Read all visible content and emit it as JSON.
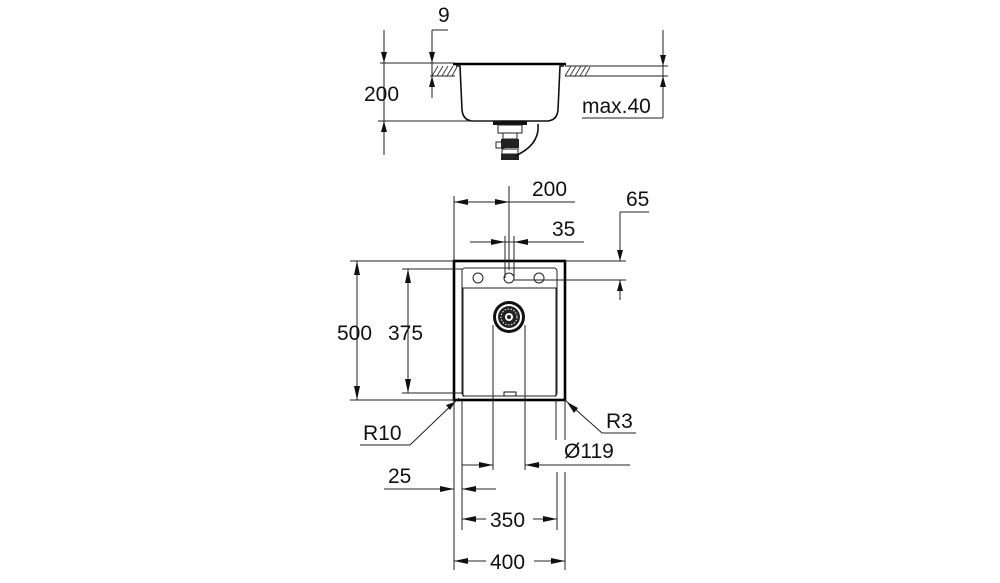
{
  "drawing": {
    "title": "Single-bowl sink technical drawing",
    "colors": {
      "line": "#111111",
      "background": "#ffffff"
    },
    "side_view": {
      "labels": {
        "rim_thickness": "9",
        "bowl_depth": "200",
        "countertop_max": "max.40"
      }
    },
    "top_view": {
      "labels": {
        "tap_hole_offset": "200",
        "tap_hole_width": "35",
        "tap_hole_from_edge": "65",
        "overall_depth": "500",
        "bowl_depth": "375",
        "outer_radius": "R10",
        "inner_radius": "R3",
        "drain_diameter": "Ø119",
        "bowl_offset": "25",
        "bowl_width": "350",
        "overall_width": "400"
      }
    }
  }
}
